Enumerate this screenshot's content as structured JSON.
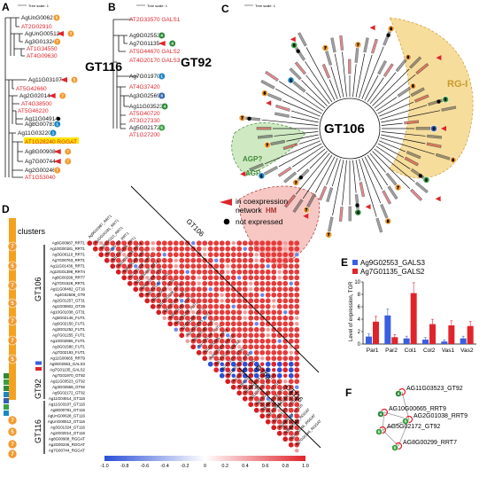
{
  "panels": {
    "A": {
      "letter": "A",
      "scale_label": "Tree scale: 1",
      "family": "GT116",
      "leaves": [
        {
          "name": "AgUnG00628",
          "color": "black",
          "badge": "5"
        },
        {
          "name": "AT2G02910",
          "color": "red",
          "badge": ""
        },
        {
          "name": "AgUnG00512",
          "color": "black",
          "badge": "7",
          "coexp": true
        },
        {
          "name": "Ag3G01324",
          "color": "black",
          "badge": "7"
        },
        {
          "name": "AT1G34550",
          "color": "red",
          "badge": ""
        },
        {
          "name": "AT4G09630",
          "color": "red",
          "badge": ""
        },
        {
          "name": "Ag11G03107",
          "color": "black",
          "badge": "5",
          "coexp": true
        },
        {
          "name": "AT5G42660",
          "color": "red",
          "badge": ""
        },
        {
          "name": "Ag2G02014",
          "color": "black",
          "badge": "7",
          "coexp": true
        },
        {
          "name": "AT4G38500",
          "color": "red",
          "badge": ""
        },
        {
          "name": "AT5G46220",
          "color": "red",
          "badge": ""
        },
        {
          "name": "Ag11G04914",
          "color": "black",
          "badge": "",
          "notexp": true
        },
        {
          "name": "Ag8G00781",
          "color": "black",
          "badge": "1"
        },
        {
          "name": "Ag11G03220",
          "color": "black",
          "badge": "1"
        },
        {
          "name": "AT1G28240 RGGAT",
          "color": "red",
          "badge": "",
          "highlight": true
        },
        {
          "name": "Ag8G00908",
          "color": "black",
          "badge": "7",
          "coexp": true
        },
        {
          "name": "Ag7G00744",
          "color": "black",
          "badge": "7",
          "coexp": true
        },
        {
          "name": "Ag2G00246",
          "color": "black",
          "badge": "7"
        },
        {
          "name": "AT1G53040",
          "color": "red",
          "badge": ""
        }
      ]
    },
    "B": {
      "letter": "B",
      "scale_label": "Tree scale: 1",
      "family": "GT92",
      "leaves": [
        {
          "name": "AT2G33570 GALS1",
          "color": "red",
          "badge": ""
        },
        {
          "name": "Ag9G02553",
          "color": "black",
          "badge": "4"
        },
        {
          "name": "Ag7G01135",
          "color": "black",
          "badge": "4",
          "coexp": true
        },
        {
          "name": "AT5G44670 GALS2",
          "color": "red",
          "badge": ""
        },
        {
          "name": "AT4G20170 GALS3",
          "color": "red",
          "badge": ""
        },
        {
          "name": "Ag7G01970",
          "color": "black",
          "badge": "1"
        },
        {
          "name": "AT4G37420",
          "color": "red",
          "badge": ""
        },
        {
          "name": "Ag3G02569",
          "color": "black",
          "badge": "8"
        },
        {
          "name": "Ag11G03523",
          "color": "black",
          "badge": "4"
        },
        {
          "name": "AT5G40720",
          "color": "red",
          "badge": ""
        },
        {
          "name": "AT3G27330",
          "color": "red",
          "badge": ""
        },
        {
          "name": "Ag5G02172",
          "color": "black",
          "badge": "6"
        },
        {
          "name": "AT1G27200",
          "color": "red",
          "badge": ""
        }
      ]
    },
    "C": {
      "letter": "C",
      "scale_label": "Tree scale: 1",
      "family": "GT106",
      "clades": [
        "RG-I",
        "AGP?",
        "AGP",
        "HM"
      ],
      "legend": [
        {
          "symbol": "red-triangle-icon",
          "text": "in coexpression"
        },
        {
          "symbol": "",
          "text": "network"
        },
        {
          "symbol": "black-dot-icon",
          "text": "not expressed"
        }
      ]
    },
    "D": {
      "letter": "D",
      "clusters_title": "clusters",
      "groups": [
        "GT106",
        "GT92",
        "GT116"
      ],
      "rows": [
        "Ag9G00987_RRT1",
        "Ag10G00181_RRT1",
        "Ag3G00110_RRT1",
        "Ag7G00763_RRT1",
        "Ag11G01436_RRT1",
        "Ag10G01398_RRT4",
        "Ag8G00299_RRT7",
        "Ag7G01528_RRT1",
        "Ag11G00482_GT16",
        "Ag4G02508_GT9",
        "Ag2G01257_GT31",
        "Ag1G00602_GT26",
        "Ag10G01038_GT31",
        "Ag5G02146_FUT1",
        "Ag6G02150_FUT1",
        "Ag3G01252_FUT1",
        "Ag7G01255_FUT1",
        "Ag10G02855_FUT1",
        "Ag3G01580_FUT1",
        "Ag7G02193_FUT1",
        "Ag11G00665_RRT9",
        "Ag9G02553_GALS3",
        "Ag7G01135_GALS2",
        "Ag7G01970_GT92",
        "Ag11G03523_GT92",
        "Ag3G02569_GT92",
        "Ag5G02172_GT92",
        "Ag11G04914_GT116",
        "Ag11G03107_GT116",
        "Ag8G00781_GT116",
        "AgUnG00628_GT116",
        "AgUnG00512_GT116",
        "Ag3G01324_GT116",
        "Ag2G02014_GT116",
        "Ag8G00908_RGGAT",
        "Ag2G00246_RGGAT",
        "Ag7G00744_RGGAT"
      ],
      "colorbar_ticks": [
        "-1.0",
        "-0.8",
        "-0.6",
        "-0.4",
        "-0.2",
        "0",
        "0.2",
        "0.4",
        "0.6",
        "0.8",
        "1.0"
      ],
      "colorbar_low": "#2a4fd7",
      "colorbar_high": "#e0242b"
    },
    "E": {
      "letter": "E",
      "series_names": [
        "Ag9G02553_GALS3",
        "Ag7G01135_GALS2"
      ],
      "series_colors": [
        "#3a5ee0",
        "#e0242b"
      ],
      "ylabel": "Level of expression, TGR",
      "categories": [
        "Par1",
        "Par2",
        "Col1",
        "Col2",
        "Vas1",
        "Vas2"
      ],
      "yticks": [
        "0",
        "2",
        "4",
        "6",
        "8",
        "10"
      ]
    },
    "F": {
      "letter": "F",
      "nodes": [
        {
          "name": "AG11G03523_GT92",
          "badge": "4"
        },
        {
          "name": "AG10G00665_RRT9",
          "badge": "4"
        },
        {
          "name": "AG2G01038_RRT9",
          "badge": "6"
        },
        {
          "name": "AG5G02172_GT92",
          "badge": "6"
        },
        {
          "name": "AG8G00299_RRT7",
          "badge": "6"
        }
      ]
    }
  },
  "chart_data": {
    "type": "bar",
    "title": "",
    "xlabel": "",
    "ylabel": "Level of expression, TGR",
    "categories": [
      "Par1",
      "Par2",
      "Col1",
      "Col2",
      "Vas1",
      "Vas2"
    ],
    "series": [
      {
        "name": "Ag9G02553_GALS3",
        "values": [
          1.2,
          4.6,
          0.9,
          0.7,
          0.4,
          0.9
        ]
      },
      {
        "name": "Ag7G01135_GALS2",
        "values": [
          3.6,
          1.1,
          8.2,
          3.2,
          3.0,
          2.9
        ]
      }
    ],
    "ylim": [
      0,
      10
    ],
    "legend": "top"
  }
}
